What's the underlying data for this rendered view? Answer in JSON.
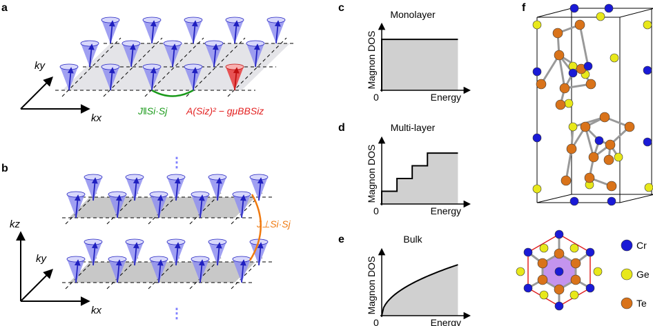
{
  "panels": {
    "a": {
      "label": "a",
      "axes": {
        "ky": "ky",
        "kx": "kx"
      },
      "eq_green": "J‖Si·Sj",
      "eq_red": "A(Siz)² − gμBBSiz"
    },
    "b": {
      "label": "b",
      "axes": {
        "kz": "kz",
        "ky": "ky",
        "kx": "kx"
      },
      "eq_orange": "J⊥Si·Sj",
      "ellipsis": "⋮"
    },
    "c": {
      "label": "c",
      "title": "Monolayer"
    },
    "d": {
      "label": "d",
      "title": "Multi-layer"
    },
    "e": {
      "label": "e",
      "title": "Bulk"
    },
    "f": {
      "label": "f",
      "legend": [
        {
          "name": "Cr",
          "color": "#1a1ad6"
        },
        {
          "name": "Ge",
          "color": "#e8e81a"
        },
        {
          "name": "Te",
          "color": "#d9731a"
        }
      ]
    }
  },
  "dos": {
    "ylabel": "Magnon DOS",
    "xlabel": "Energy",
    "origin": "0"
  },
  "colors": {
    "spin": "#3a3ae0",
    "cone": "#8f8ff0",
    "flipped": "#e83a3a",
    "green": "#1a9a1a",
    "orange": "#f07a10",
    "fill": "#d0d0d0"
  },
  "chart_data": [
    {
      "type": "area",
      "title": "Monolayer",
      "xlabel": "Energy",
      "ylabel": "Magnon DOS",
      "shape": "step",
      "x": [
        0.0,
        0.0,
        1.0
      ],
      "y": [
        0.0,
        1.0,
        1.0
      ]
    },
    {
      "type": "area",
      "title": "Multi-layer",
      "xlabel": "Energy",
      "ylabel": "Magnon DOS",
      "shape": "staircase",
      "x": [
        0.0,
        0.0,
        0.2,
        0.2,
        0.4,
        0.4,
        0.6,
        0.6,
        1.0
      ],
      "y": [
        0.0,
        0.25,
        0.25,
        0.5,
        0.5,
        0.75,
        0.75,
        1.0,
        1.0
      ]
    },
    {
      "type": "area",
      "title": "Bulk",
      "xlabel": "Energy",
      "ylabel": "Magnon DOS",
      "shape": "sqrt",
      "x": [
        0.0,
        0.1,
        0.25,
        0.5,
        0.75,
        1.0
      ],
      "y": [
        0.0,
        0.32,
        0.5,
        0.71,
        0.87,
        1.0
      ]
    }
  ]
}
